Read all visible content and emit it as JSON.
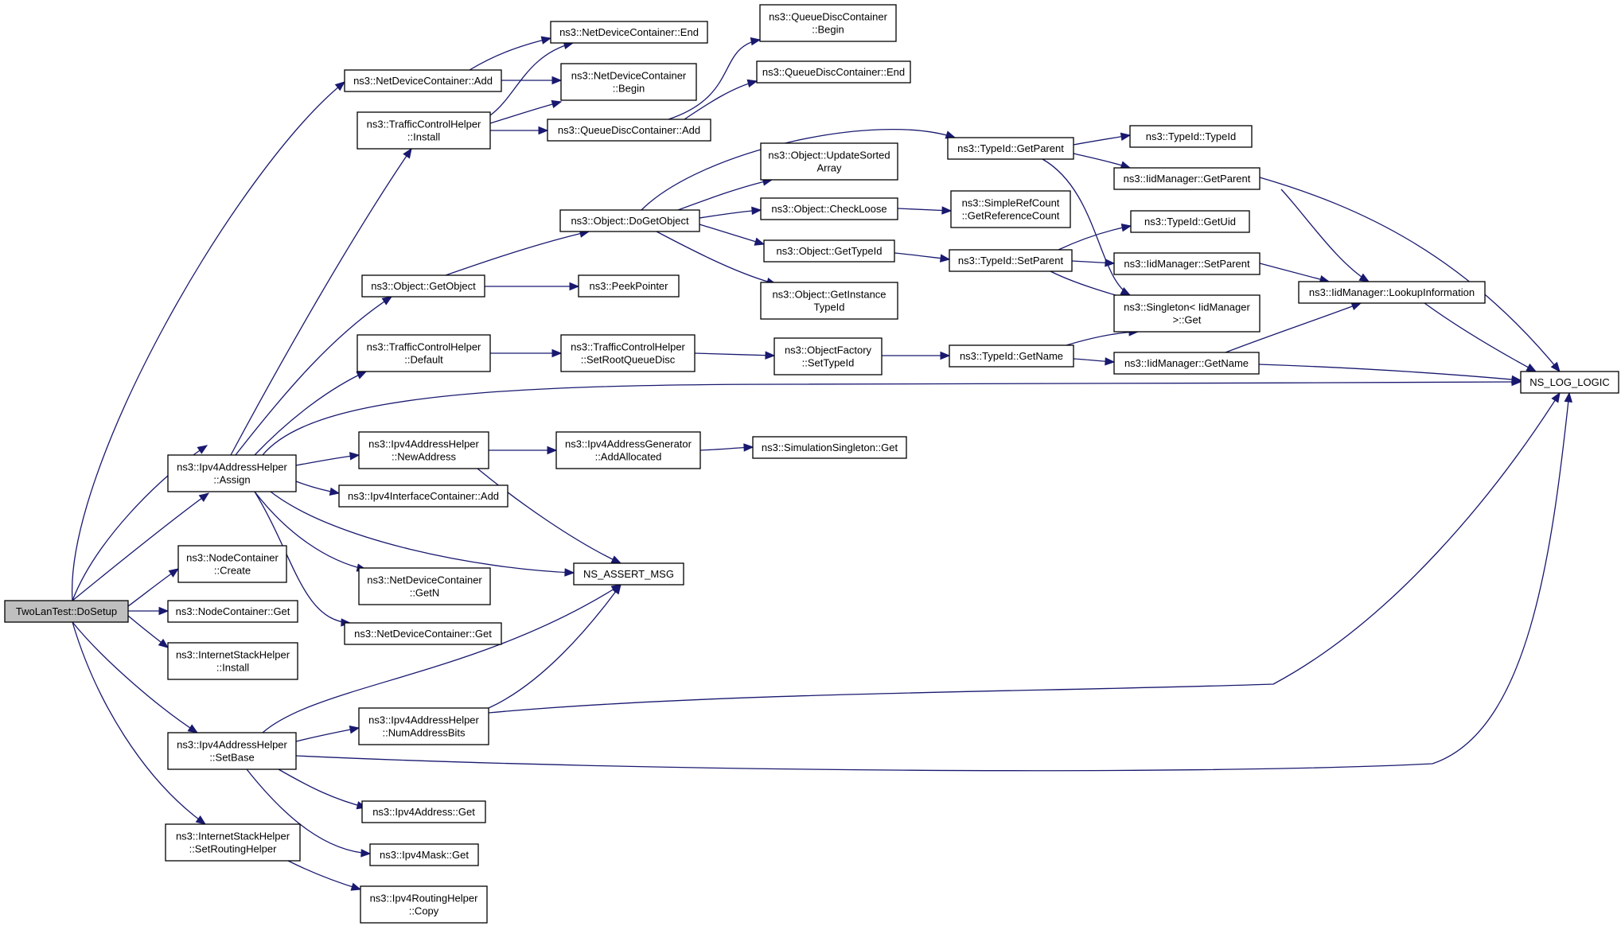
{
  "diagram": {
    "colors": {
      "edge": "#191970",
      "root_fill": "#bfbfbf",
      "node_fill": "#ffffff",
      "node_stroke": "#000000"
    },
    "nodes": [
      {
        "id": "root",
        "lines": [
          "TwoLanTest::DoSetup"
        ]
      },
      {
        "id": "ndc_add",
        "lines": [
          "ns3::NetDeviceContainer::Add"
        ]
      },
      {
        "id": "tch_install",
        "lines": [
          "ns3::TrafficControlHelper",
          "::Install"
        ]
      },
      {
        "id": "ndc_end",
        "lines": [
          "ns3::NetDeviceContainer::End"
        ]
      },
      {
        "id": "ndc_begin",
        "lines": [
          "ns3::NetDeviceContainer",
          "::Begin"
        ]
      },
      {
        "id": "qdc_add",
        "lines": [
          "ns3::QueueDiscContainer::Add"
        ]
      },
      {
        "id": "qdc_begin",
        "lines": [
          "ns3::QueueDiscContainer",
          "::Begin"
        ]
      },
      {
        "id": "qdc_end",
        "lines": [
          "ns3::QueueDiscContainer::End"
        ]
      },
      {
        "id": "obj_getobject",
        "lines": [
          "ns3::Object::GetObject"
        ]
      },
      {
        "id": "obj_dogetobject",
        "lines": [
          "ns3::Object::DoGetObject"
        ]
      },
      {
        "id": "peekpointer",
        "lines": [
          "ns3::PeekPointer"
        ]
      },
      {
        "id": "obj_updatesorted",
        "lines": [
          "ns3::Object::UpdateSorted",
          "Array"
        ]
      },
      {
        "id": "obj_checkloose",
        "lines": [
          "ns3::Object::CheckLoose"
        ]
      },
      {
        "id": "obj_gettypeid",
        "lines": [
          "ns3::Object::GetTypeId"
        ]
      },
      {
        "id": "obj_getinstancetypeid",
        "lines": [
          "ns3::Object::GetInstance",
          "TypeId"
        ]
      },
      {
        "id": "simplerefcount",
        "lines": [
          "ns3::SimpleRefCount",
          "::GetReferenceCount"
        ]
      },
      {
        "id": "typeid_getparent",
        "lines": [
          "ns3::TypeId::GetParent"
        ]
      },
      {
        "id": "typeid_typeid",
        "lines": [
          "ns3::TypeId::TypeId"
        ]
      },
      {
        "id": "iid_getparent",
        "lines": [
          "ns3::IidManager::GetParent"
        ]
      },
      {
        "id": "typeid_setparent",
        "lines": [
          "ns3::TypeId::SetParent"
        ]
      },
      {
        "id": "typeid_getuid",
        "lines": [
          "ns3::TypeId::GetUid"
        ]
      },
      {
        "id": "iid_setparent",
        "lines": [
          "ns3::IidManager::SetParent"
        ]
      },
      {
        "id": "singleton_get",
        "lines": [
          "ns3::Singleton< IidManager",
          " >::Get"
        ]
      },
      {
        "id": "iid_lookup",
        "lines": [
          "ns3::IidManager::LookupInformation"
        ]
      },
      {
        "id": "tch_default",
        "lines": [
          "ns3::TrafficControlHelper",
          "::Default"
        ]
      },
      {
        "id": "tch_setroot",
        "lines": [
          "ns3::TrafficControlHelper",
          "::SetRootQueueDisc"
        ]
      },
      {
        "id": "objfactory_settypeid",
        "lines": [
          "ns3::ObjectFactory",
          "::SetTypeId"
        ]
      },
      {
        "id": "typeid_getname",
        "lines": [
          "ns3::TypeId::GetName"
        ]
      },
      {
        "id": "iid_getname",
        "lines": [
          "ns3::IidManager::GetName"
        ]
      },
      {
        "id": "ns_log_logic",
        "lines": [
          "NS_LOG_LOGIC"
        ]
      },
      {
        "id": "ipv4ah_assign",
        "lines": [
          "ns3::Ipv4AddressHelper",
          "::Assign"
        ]
      },
      {
        "id": "ipv4ah_newaddress",
        "lines": [
          "ns3::Ipv4AddressHelper",
          "::NewAddress"
        ]
      },
      {
        "id": "ipv4ag_addallocated",
        "lines": [
          "ns3::Ipv4AddressGenerator",
          "::AddAllocated"
        ]
      },
      {
        "id": "simsingleton_get",
        "lines": [
          "ns3::SimulationSingleton::Get"
        ]
      },
      {
        "id": "ipv4ic_add",
        "lines": [
          "ns3::Ipv4InterfaceContainer::Add"
        ]
      },
      {
        "id": "ns_assert_msg",
        "lines": [
          "NS_ASSERT_MSG"
        ]
      },
      {
        "id": "ndc_getn",
        "lines": [
          "ns3::NetDeviceContainer",
          "::GetN"
        ]
      },
      {
        "id": "ndc_get",
        "lines": [
          "ns3::NetDeviceContainer::Get"
        ]
      },
      {
        "id": "nc_create",
        "lines": [
          "ns3::NodeContainer",
          "::Create"
        ]
      },
      {
        "id": "nc_get",
        "lines": [
          "ns3::NodeContainer::Get"
        ]
      },
      {
        "id": "ish_install",
        "lines": [
          "ns3::InternetStackHelper",
          "::Install"
        ]
      },
      {
        "id": "ipv4ah_setbase",
        "lines": [
          "ns3::Ipv4AddressHelper",
          "::SetBase"
        ]
      },
      {
        "id": "ipv4ah_numaddressbits",
        "lines": [
          "ns3::Ipv4AddressHelper",
          "::NumAddressBits"
        ]
      },
      {
        "id": "ipv4addr_get",
        "lines": [
          "ns3::Ipv4Address::Get"
        ]
      },
      {
        "id": "ipv4mask_get",
        "lines": [
          "ns3::Ipv4Mask::Get"
        ]
      },
      {
        "id": "ish_setrouting",
        "lines": [
          "ns3::InternetStackHelper",
          "::SetRoutingHelper"
        ]
      },
      {
        "id": "ipv4rh_copy",
        "lines": [
          "ns3::Ipv4RoutingHelper",
          "::Copy"
        ]
      }
    ],
    "edges": [
      [
        "root",
        "ndc_add"
      ],
      [
        "root",
        "tch_install"
      ],
      [
        "root",
        "ipv4ah_assign"
      ],
      [
        "root",
        "nc_create"
      ],
      [
        "root",
        "nc_get"
      ],
      [
        "root",
        "ish_install"
      ],
      [
        "root",
        "ipv4ah_setbase"
      ],
      [
        "root",
        "ish_setrouting"
      ],
      [
        "ndc_add",
        "ndc_end"
      ],
      [
        "ndc_add",
        "ndc_begin"
      ],
      [
        "tch_install",
        "ndc_end"
      ],
      [
        "tch_install",
        "ndc_begin"
      ],
      [
        "tch_install",
        "qdc_add"
      ],
      [
        "qdc_add",
        "qdc_begin"
      ],
      [
        "qdc_add",
        "qdc_end"
      ],
      [
        "ipv4ah_assign",
        "tch_install"
      ],
      [
        "ipv4ah_assign",
        "obj_getobject"
      ],
      [
        "ipv4ah_assign",
        "tch_default"
      ],
      [
        "ipv4ah_assign",
        "ns_log_logic"
      ],
      [
        "ipv4ah_assign",
        "ipv4ah_newaddress"
      ],
      [
        "ipv4ah_assign",
        "ipv4ic_add"
      ],
      [
        "ipv4ah_assign",
        "ns_assert_msg"
      ],
      [
        "ipv4ah_assign",
        "ndc_getn"
      ],
      [
        "ipv4ah_assign",
        "ndc_get"
      ],
      [
        "obj_getobject",
        "obj_dogetobject"
      ],
      [
        "obj_getobject",
        "peekpointer"
      ],
      [
        "obj_dogetobject",
        "typeid_getparent"
      ],
      [
        "obj_dogetobject",
        "obj_updatesorted"
      ],
      [
        "obj_dogetobject",
        "obj_checkloose"
      ],
      [
        "obj_dogetobject",
        "obj_gettypeid"
      ],
      [
        "obj_dogetobject",
        "obj_getinstancetypeid"
      ],
      [
        "obj_checkloose",
        "simplerefcount"
      ],
      [
        "obj_gettypeid",
        "typeid_setparent"
      ],
      [
        "typeid_getparent",
        "typeid_typeid"
      ],
      [
        "typeid_getparent",
        "iid_getparent"
      ],
      [
        "typeid_getparent",
        "singleton_get"
      ],
      [
        "iid_getparent",
        "iid_lookup"
      ],
      [
        "iid_getparent",
        "ns_log_logic"
      ],
      [
        "typeid_setparent",
        "typeid_getuid"
      ],
      [
        "typeid_setparent",
        "iid_setparent"
      ],
      [
        "typeid_setparent",
        "singleton_get"
      ],
      [
        "iid_setparent",
        "iid_lookup"
      ],
      [
        "iid_lookup",
        "ns_log_logic"
      ],
      [
        "tch_default",
        "tch_setroot"
      ],
      [
        "tch_setroot",
        "objfactory_settypeid"
      ],
      [
        "objfactory_settypeid",
        "typeid_getname"
      ],
      [
        "typeid_getname",
        "singleton_get"
      ],
      [
        "typeid_getname",
        "iid_getname"
      ],
      [
        "iid_getname",
        "iid_lookup"
      ],
      [
        "iid_getname",
        "ns_log_logic"
      ],
      [
        "ipv4ah_newaddress",
        "ipv4ag_addallocated"
      ],
      [
        "ipv4ah_newaddress",
        "ns_assert_msg"
      ],
      [
        "ipv4ag_addallocated",
        "simsingleton_get"
      ],
      [
        "ipv4ah_setbase",
        "ns_assert_msg"
      ],
      [
        "ipv4ah_setbase",
        "ipv4ah_numaddressbits"
      ],
      [
        "ipv4ah_setbase",
        "ns_log_logic"
      ],
      [
        "ipv4ah_setbase",
        "ipv4addr_get"
      ],
      [
        "ipv4ah_setbase",
        "ipv4mask_get"
      ],
      [
        "ipv4ah_numaddressbits",
        "ns_assert_msg"
      ],
      [
        "ipv4ah_numaddressbits",
        "ns_log_logic"
      ],
      [
        "ish_setrouting",
        "ipv4rh_copy"
      ]
    ]
  }
}
